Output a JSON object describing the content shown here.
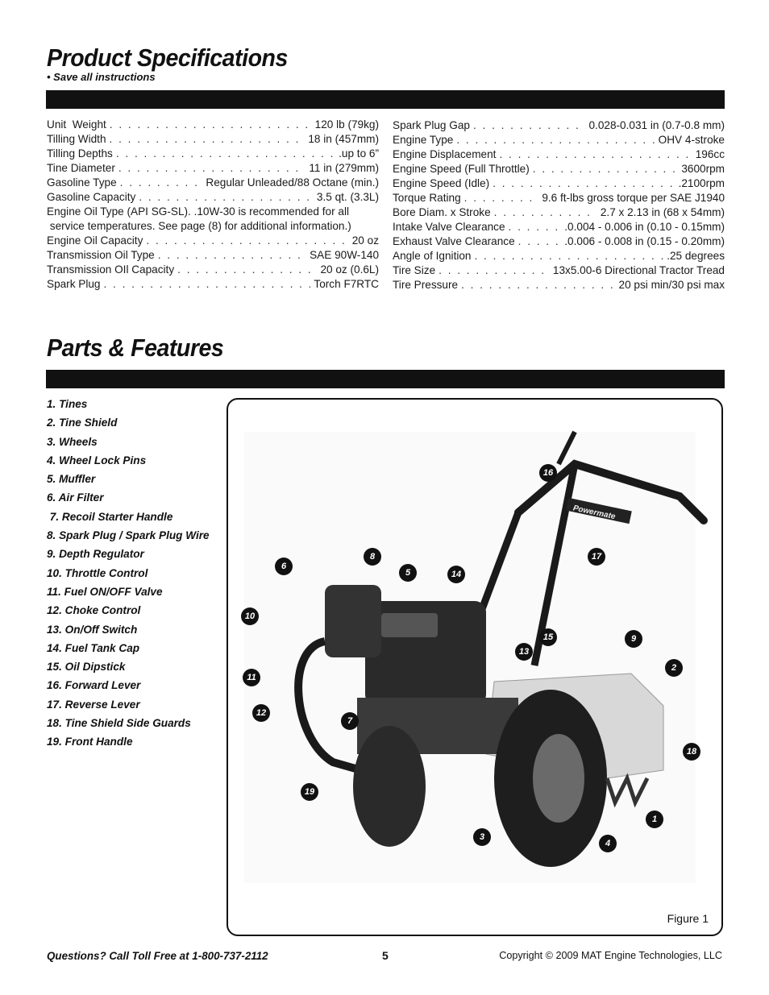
{
  "specs": {
    "title": "Product Specifications",
    "note": "• Save all instructions",
    "left": [
      {
        "label": "Unit  Weight",
        "value": "120 lb (79kg)"
      },
      {
        "label": "Tilling Width",
        "value": "18 in (457mm)"
      },
      {
        "label": "Tilling Depths",
        "value": ".up to 6”"
      },
      {
        "label": "Tine Diameter",
        "value": "11 in (279mm)"
      },
      {
        "label": "Gasoline Type",
        "value": "Regular Unleaded/88 Octane (min.)"
      },
      {
        "label": "Gasoline Capacity",
        "value": "3.5 qt. (3.3L)"
      },
      {
        "label": "Engine Oil Type (API SG-SL). .10W-30 is recommended for all",
        "value": ""
      },
      {
        "label": " service temperatures. See page (8) for additional information.)",
        "value": ""
      },
      {
        "label": "Engine Oil Capacity",
        "value": "20 oz"
      },
      {
        "label": "Transmission Oil Type",
        "value": "SAE 90W-140"
      },
      {
        "label": "Transmission OIl Capacity",
        "value": "20 oz (0.6L)"
      },
      {
        "label": "Spark Plug",
        "value": "Torch F7RTC"
      }
    ],
    "right": [
      {
        "label": "Spark Plug Gap",
        "value": "0.028-0.031 in (0.7-0.8 mm)"
      },
      {
        "label": "Engine Type",
        "value": "OHV 4-stroke"
      },
      {
        "label": "Engine Displacement",
        "value": "196cc"
      },
      {
        "label": "Engine Speed (Full Throttle)",
        "value": "3600rpm"
      },
      {
        "label": "Engine Speed (Idle)",
        "value": ".2100rpm"
      },
      {
        "label": "Torque Rating",
        "value": "9.6 ft-lbs gross torque per SAE J1940"
      },
      {
        "label": "Bore Diam. x Stroke",
        "value": "2.7 x 2.13 in (68 x 54mm)"
      },
      {
        "label": "Intake Valve Clearance",
        "value": ".0.004 - 0.006 in (0.10 - 0.15mm)"
      },
      {
        "label": "Exhaust Valve Clearance",
        "value": ".0.006 - 0.008 in (0.15 - 0.20mm)"
      },
      {
        "label": "Angle of Ignition",
        "value": ".25 degrees"
      },
      {
        "label": "Tire Size",
        "value": "13x5.00-6 Directional Tractor Tread"
      },
      {
        "label": "Tire Pressure",
        "value": "20 psi min/30 psi max"
      }
    ]
  },
  "parts": {
    "title": "Parts & Features",
    "items": [
      "1. Tines",
      "2. Tine Shield",
      "3. Wheels",
      "4. Wheel Lock Pins",
      "5. Muffler",
      "6. Air Filter",
      " 7. Recoil Starter Handle",
      "8. Spark Plug / Spark Plug Wire",
      "9. Depth Regulator",
      "10. Throttle Control",
      "11. Fuel ON/OFF Valve",
      "12. Choke Control",
      "13. On/Off Switch",
      "14. Fuel Tank Cap",
      "15. Oil Dipstick",
      "16. Forward Lever",
      "17. Reverse Lever",
      "18. Tine Shield Side Guards",
      "19. Front Handle"
    ],
    "figure_caption": "Figure 1",
    "brand_on_handle": "Powermate",
    "callouts": [
      "16",
      "17",
      "8",
      "6",
      "5",
      "14",
      "10",
      "15",
      "9",
      "13",
      "2",
      "11",
      "12",
      "7",
      "18",
      "19",
      "1",
      "3",
      "4"
    ]
  },
  "footer": {
    "left": "Questions? Call Toll Free at 1-800-737-2112",
    "page": "5",
    "right": "Copyright © 2009 MAT Engine Technologies, LLC"
  },
  "colors": {
    "bar": "#111111",
    "text": "#1a1a1a"
  }
}
